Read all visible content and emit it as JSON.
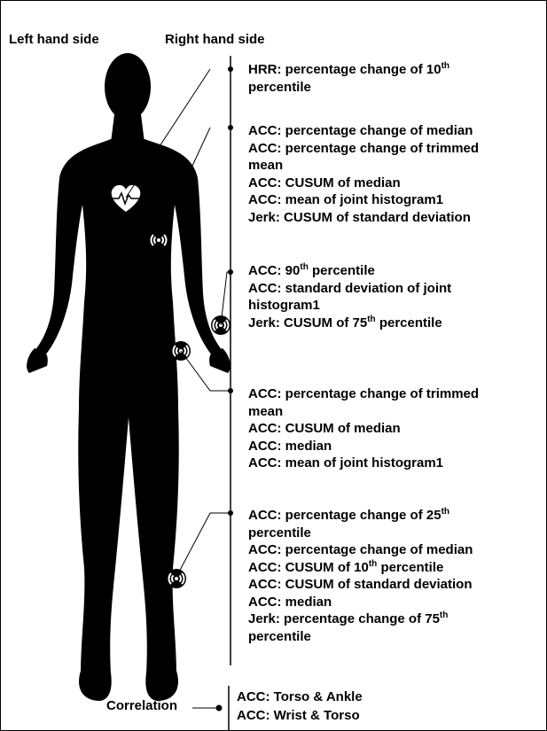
{
  "headers": {
    "left": "Left hand side",
    "right": "Right hand side"
  },
  "blocks": [
    {
      "id": "chest",
      "lines": [
        [
          "HRR: percentage change of 10",
          "th",
          ""
        ],
        [
          "percentile",
          "",
          ""
        ]
      ]
    },
    {
      "id": "torso",
      "lines": [
        [
          "ACC: percentage change of median",
          "",
          ""
        ],
        [
          "ACC: percentage change of trimmed",
          "",
          ""
        ],
        [
          "mean",
          "",
          ""
        ],
        [
          "ACC: CUSUM of median",
          "",
          ""
        ],
        [
          "ACC: mean of joint histogram1",
          "",
          ""
        ],
        [
          "Jerk: CUSUM of standard deviation",
          "",
          ""
        ]
      ]
    },
    {
      "id": "wrist",
      "lines": [
        [
          "ACC: 90",
          "th",
          "  percentile"
        ],
        [
          "ACC: standard deviation of joint",
          "",
          ""
        ],
        [
          "histogram1",
          "",
          ""
        ],
        [
          "Jerk: CUSUM of 75",
          "th",
          "  percentile"
        ]
      ]
    },
    {
      "id": "hip",
      "lines": [
        [
          "ACC: percentage change of trimmed",
          "",
          ""
        ],
        [
          "mean",
          "",
          ""
        ],
        [
          "ACC: CUSUM of median",
          "",
          ""
        ],
        [
          "ACC: median",
          "",
          ""
        ],
        [
          "ACC: mean of joint histogram1",
          "",
          ""
        ]
      ]
    },
    {
      "id": "ankle",
      "lines": [
        [
          "ACC: percentage change of 25",
          "th",
          ""
        ],
        [
          "percentile",
          "",
          ""
        ],
        [
          "ACC: percentage change of median",
          "",
          ""
        ],
        [
          "ACC: CUSUM of 10",
          "th",
          "  percentile"
        ],
        [
          "ACC: CUSUM of standard deviation",
          "",
          ""
        ],
        [
          "ACC: median",
          "",
          ""
        ],
        [
          "Jerk: percentage change of 75",
          "th",
          ""
        ],
        [
          "percentile",
          "",
          ""
        ]
      ]
    }
  ],
  "correlation": {
    "label": "Correlation",
    "lines": [
      "ACC: Torso & Ankle",
      "ACC: Wrist & Torso"
    ]
  },
  "colors": {
    "ink": "#000000",
    "background": "#ffffff"
  },
  "icons": {
    "heart": "heart-rate-icon",
    "sensor": "wireless-sensor-icon"
  }
}
